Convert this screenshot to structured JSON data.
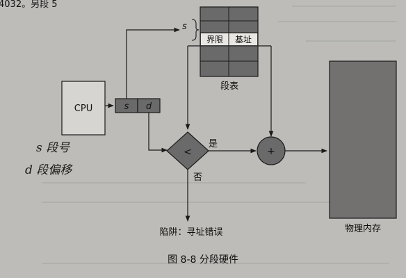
{
  "page_header_fragment": "4032。另段 5 ",
  "cpu_label": "CPU",
  "address": {
    "segment": "s",
    "offset": "d"
  },
  "segment_table": {
    "index_label": "s",
    "col_limit": "界限",
    "col_base": "基址",
    "caption": "段表"
  },
  "comparator_symbol": "<",
  "adder_symbol": "+",
  "branch_yes": "是",
  "branch_no": "否",
  "trap_label": "陷阱：寻址错误",
  "memory_label": "物理内存",
  "handwritten": {
    "line1": "s 段号",
    "line2": "d 段偏移"
  },
  "figure_caption": "图 8-8    分段硬件",
  "colors": {
    "page": "#bdbcb8",
    "dark_fill": "#6a6a6a",
    "memory_fill": "#727170",
    "line": "#1a1a1a"
  }
}
